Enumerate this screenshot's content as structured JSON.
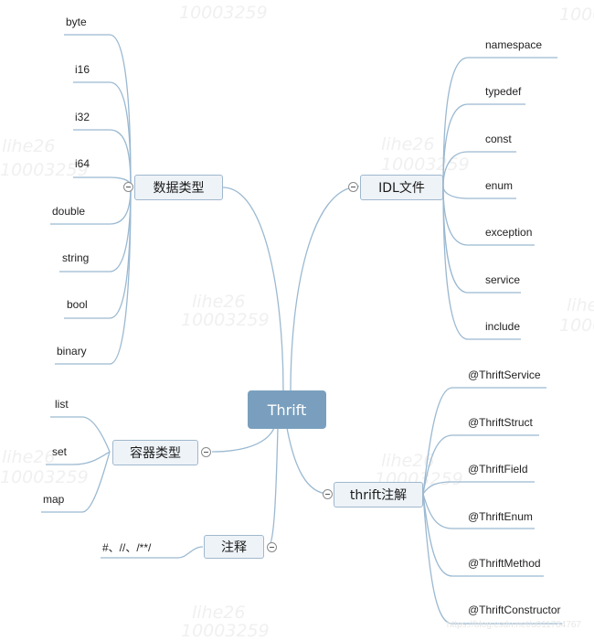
{
  "root": "Thrift",
  "branches": {
    "datatypes": {
      "label": "数据类型",
      "items": [
        "byte",
        "i16",
        "i32",
        "i64",
        "double",
        "string",
        "bool",
        "binary"
      ]
    },
    "containers": {
      "label": "容器类型",
      "items": [
        "list",
        "set",
        "map"
      ]
    },
    "comments": {
      "label": "注释",
      "items": [
        "#、//、/**/"
      ]
    },
    "idl": {
      "label": "IDL文件",
      "items": [
        "namespace",
        "typedef",
        "const",
        "enum",
        "exception",
        "service",
        "include"
      ]
    },
    "annotations": {
      "label": "thrift注解",
      "items": [
        "@ThriftService",
        "@ThriftStruct",
        "@ThriftField",
        "@ThriftEnum",
        "@ThriftMethod",
        "@ThriftConstructor"
      ]
    }
  },
  "watermark": {
    "user": "lihe26",
    "id": "10003259"
  },
  "credit": "https://blog.csdn.net/u011784767",
  "colors": {
    "link": "#9bb9d1",
    "root_fill": "#7a9fbe",
    "node_fill": "#eef3f8",
    "node_border": "#9fb8cd"
  }
}
